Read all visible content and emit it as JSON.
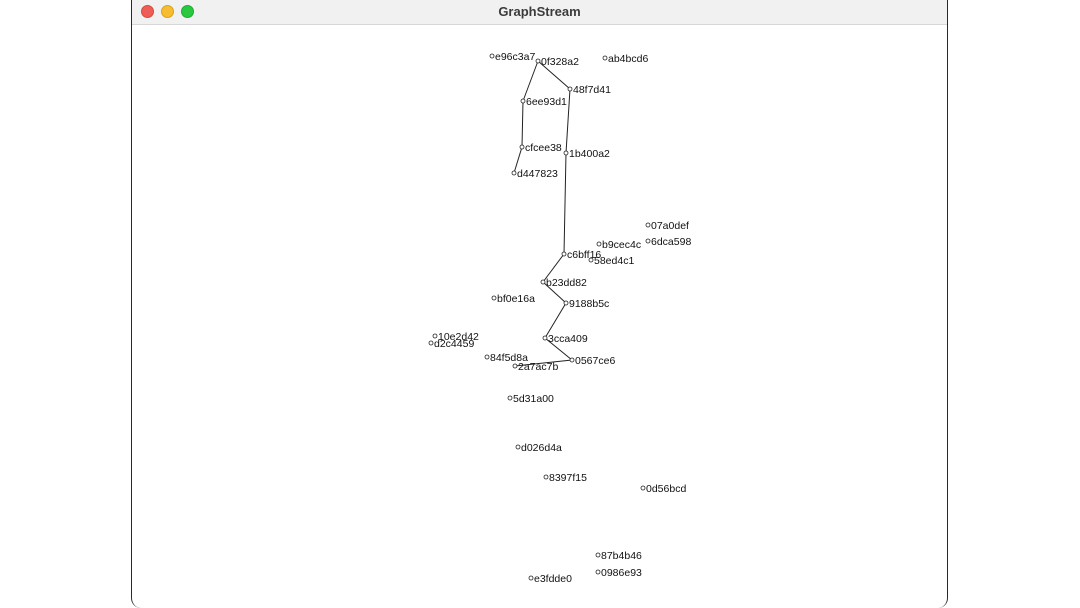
{
  "window": {
    "title": "GraphStream",
    "controls": {
      "close": "#ee5d56",
      "minimize": "#f5bd2f",
      "maximize": "#29c841"
    }
  },
  "graph": {
    "edge_color": "#222222",
    "node_color": "#ffffff",
    "nodes": [
      {
        "id": "e96c3a7"
      },
      {
        "id": "0f328a2"
      },
      {
        "id": "ab4bcd6"
      },
      {
        "id": "48f7d41"
      },
      {
        "id": "6ee93d1"
      },
      {
        "id": "cfcee38"
      },
      {
        "id": "1b400a2"
      },
      {
        "id": "d447823"
      },
      {
        "id": "07a0def"
      },
      {
        "id": "6dca598"
      },
      {
        "id": "b9cec4c"
      },
      {
        "id": "c6bff16"
      },
      {
        "id": "58ed4c1"
      },
      {
        "id": "b23dd82"
      },
      {
        "id": "bf0e16a"
      },
      {
        "id": "9188b5c"
      },
      {
        "id": "10e2d42"
      },
      {
        "id": "d2c4459"
      },
      {
        "id": "3cca409"
      },
      {
        "id": "84f5d8a"
      },
      {
        "id": "0567ce6"
      },
      {
        "id": "2a7ac7b"
      },
      {
        "id": "5d31a00"
      },
      {
        "id": "d026d4a"
      },
      {
        "id": "8397f15"
      },
      {
        "id": "0d56bcd"
      },
      {
        "id": "87b4b46"
      },
      {
        "id": "0986e93"
      },
      {
        "id": "e3fdde0"
      }
    ],
    "edges": [
      [
        "0f328a2",
        "6ee93d1"
      ],
      [
        "0f328a2",
        "48f7d41"
      ],
      [
        "6ee93d1",
        "cfcee38"
      ],
      [
        "cfcee38",
        "d447823"
      ],
      [
        "48f7d41",
        "1b400a2"
      ],
      [
        "1b400a2",
        "c6bff16"
      ],
      [
        "c6bff16",
        "b23dd82"
      ],
      [
        "b23dd82",
        "9188b5c"
      ],
      [
        "9188b5c",
        "3cca409"
      ],
      [
        "3cca409",
        "0567ce6"
      ],
      [
        "0567ce6",
        "2a7ac7b"
      ]
    ]
  }
}
